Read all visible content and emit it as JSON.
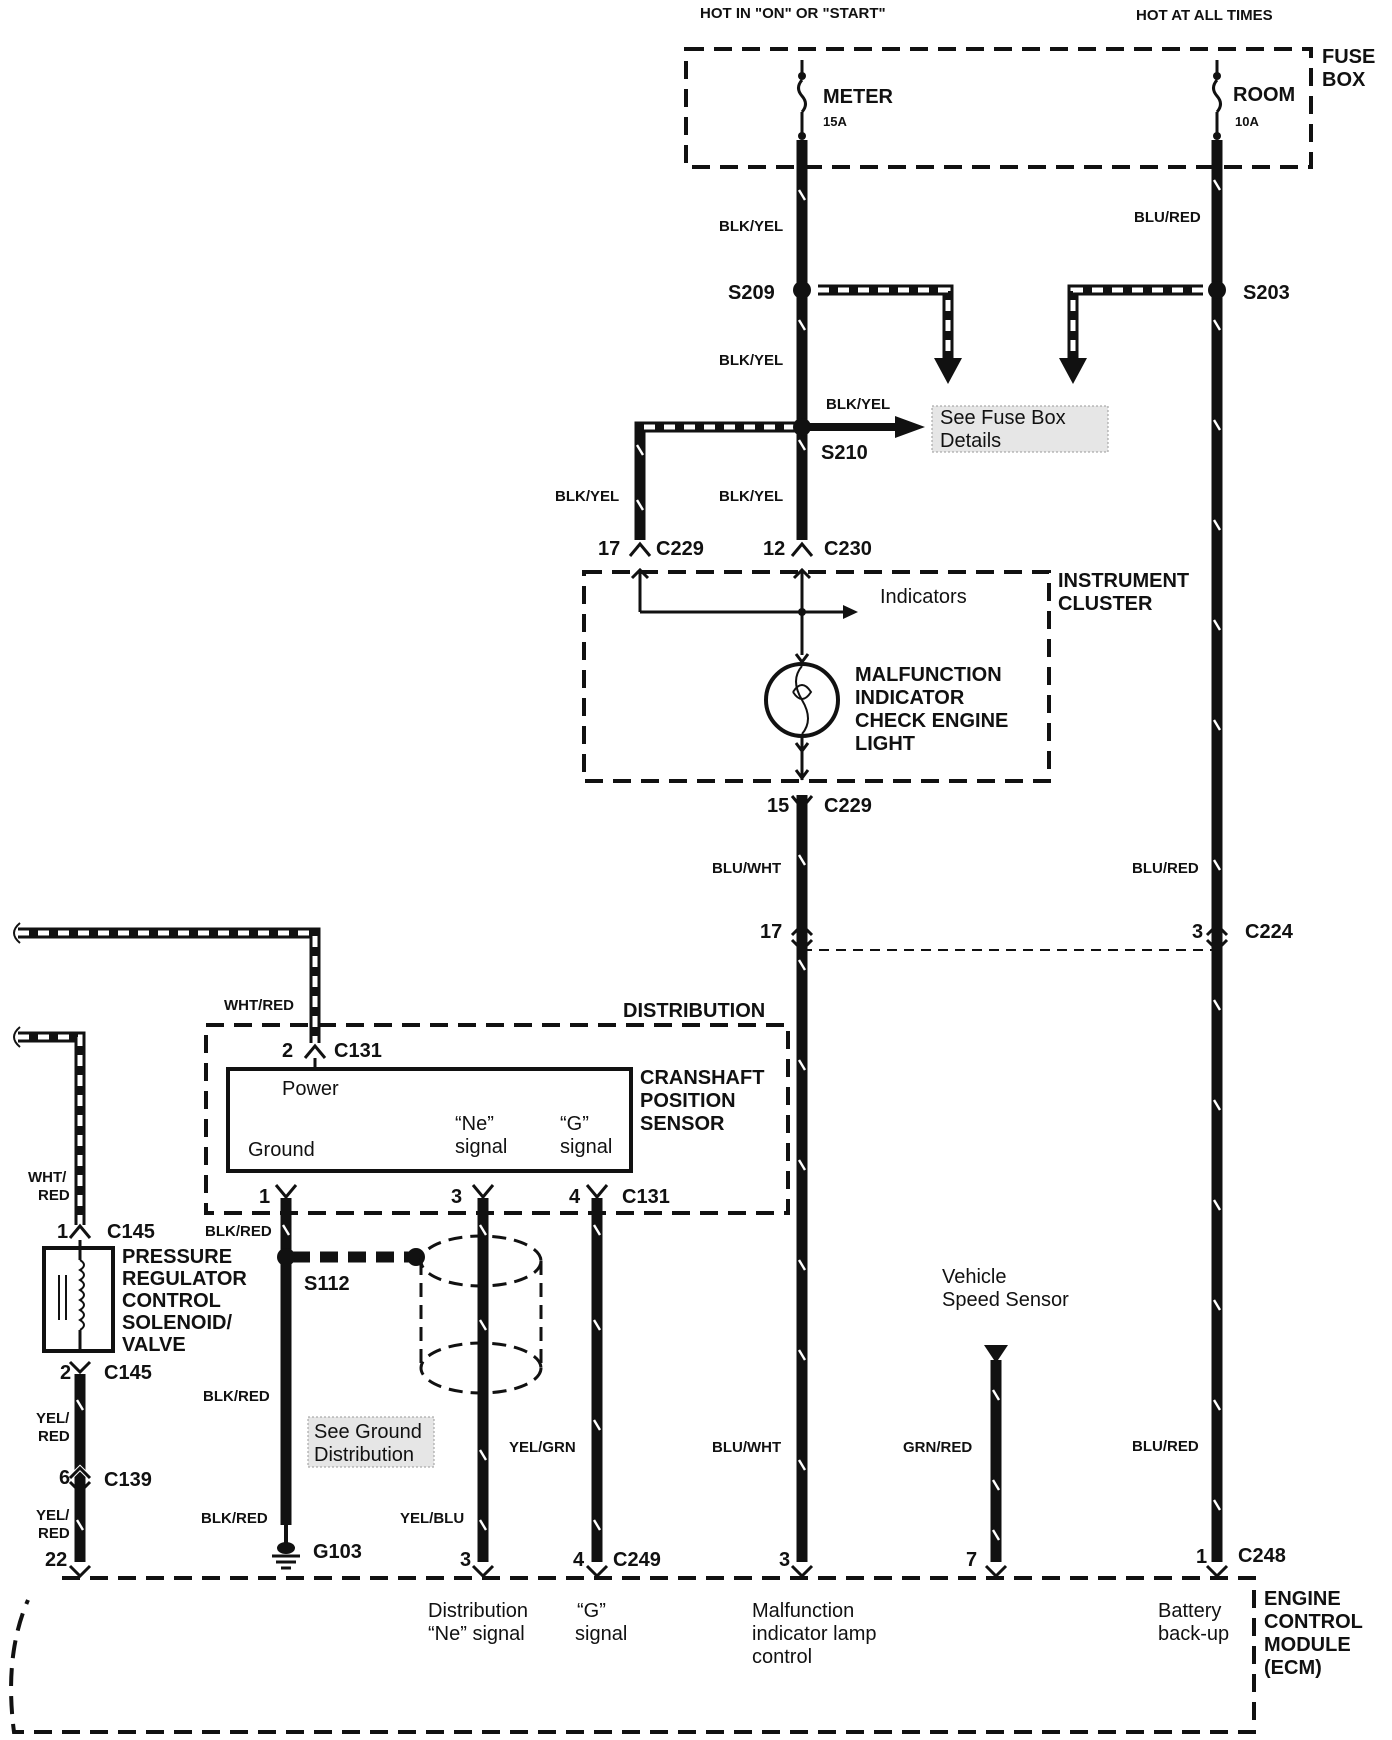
{
  "header": {
    "hot_on_start": "HOT IN \"ON\" OR \"START\"",
    "hot_all_times": "HOT AT ALL TIMES"
  },
  "fuse_box": {
    "label_line1": "FUSE",
    "label_line2": "BOX",
    "meter_name": "METER",
    "meter_rating": "15A",
    "room_name": "ROOM",
    "room_rating": "10A"
  },
  "wires": {
    "blk_yel": "BLK/YEL",
    "blu_red": "BLU/RED",
    "blu_wht": "BLU/WHT",
    "wht_red": "WHT/RED",
    "wht_red_split_1": "WHT/",
    "wht_red_split_2": "RED",
    "blk_red": "BLK/RED",
    "yel_red_1": "YEL/",
    "yel_red_2": "RED",
    "yel_grn": "YEL/GRN",
    "yel_blu": "YEL/BLU",
    "grn_red": "GRN/RED"
  },
  "splices": {
    "s209": "S209",
    "s203": "S203",
    "s210": "S210",
    "s112": "S112"
  },
  "see_refs": {
    "fuse_box_1": "See Fuse Box",
    "fuse_box_2": "Details",
    "ground_1": "See Ground",
    "ground_2": "Distribution"
  },
  "connectors": {
    "c229": "C229",
    "c230": "C230",
    "c224": "C224",
    "c131": "C131",
    "c145": "C145",
    "c139": "C139",
    "c249": "C249",
    "c248": "C248",
    "g103": "G103"
  },
  "pins": {
    "p17": "17",
    "p12": "12",
    "p15": "15",
    "p3": "3",
    "p2": "2",
    "p1": "1",
    "p4": "4",
    "p6": "6",
    "p22": "22",
    "p7": "7"
  },
  "instrument_cluster": {
    "title_1": "INSTRUMENT",
    "title_2": "CLUSTER",
    "indicators": "Indicators",
    "lamp_1": "MALFUNCTION",
    "lamp_2": "INDICATOR",
    "lamp_3": "CHECK ENGINE",
    "lamp_4": "LIGHT"
  },
  "distribution": {
    "title": "DISTRIBUTION",
    "sensor_1": "CRANSHAFT",
    "sensor_2": "POSITION",
    "sensor_3": "SENSOR",
    "power": "Power",
    "ground": "Ground",
    "ne_1": "“Ne”",
    "ne_2": "signal",
    "g_1": "“G”",
    "g_2": "signal"
  },
  "solenoid": {
    "line_1": "PRESSURE",
    "line_2": "REGULATOR",
    "line_3": "CONTROL",
    "line_4": "SOLENOID/",
    "line_5": "VALVE"
  },
  "vss": {
    "line_1": "Vehicle",
    "line_2": "Speed Sensor"
  },
  "ecm": {
    "title_1": "ENGINE",
    "title_2": "CONTROL",
    "title_3": "MODULE",
    "title_4": "(ECM)",
    "dist_ne_1": "Distribution",
    "dist_ne_2": "“Ne” signal",
    "g_1": "“G”",
    "g_2": "signal",
    "mil_1": "Malfunction",
    "mil_2": "indicator lamp",
    "mil_3": "control",
    "bat_1": "Battery",
    "bat_2": "back-up"
  }
}
